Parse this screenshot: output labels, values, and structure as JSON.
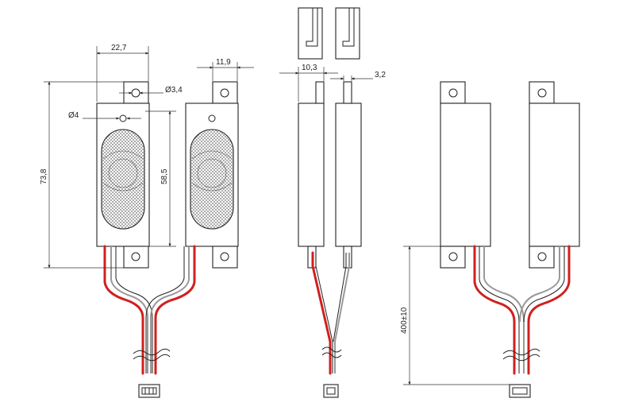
{
  "dimensions": {
    "width": "22,7",
    "hole_diameter": "Ø3,4",
    "height": "73,8",
    "inner_hole": "Ø4",
    "cavity_height": "58,5",
    "side_width": "11,9",
    "thickness": "10,3",
    "tab_thickness": "3,2",
    "wire_length": "400±10"
  }
}
